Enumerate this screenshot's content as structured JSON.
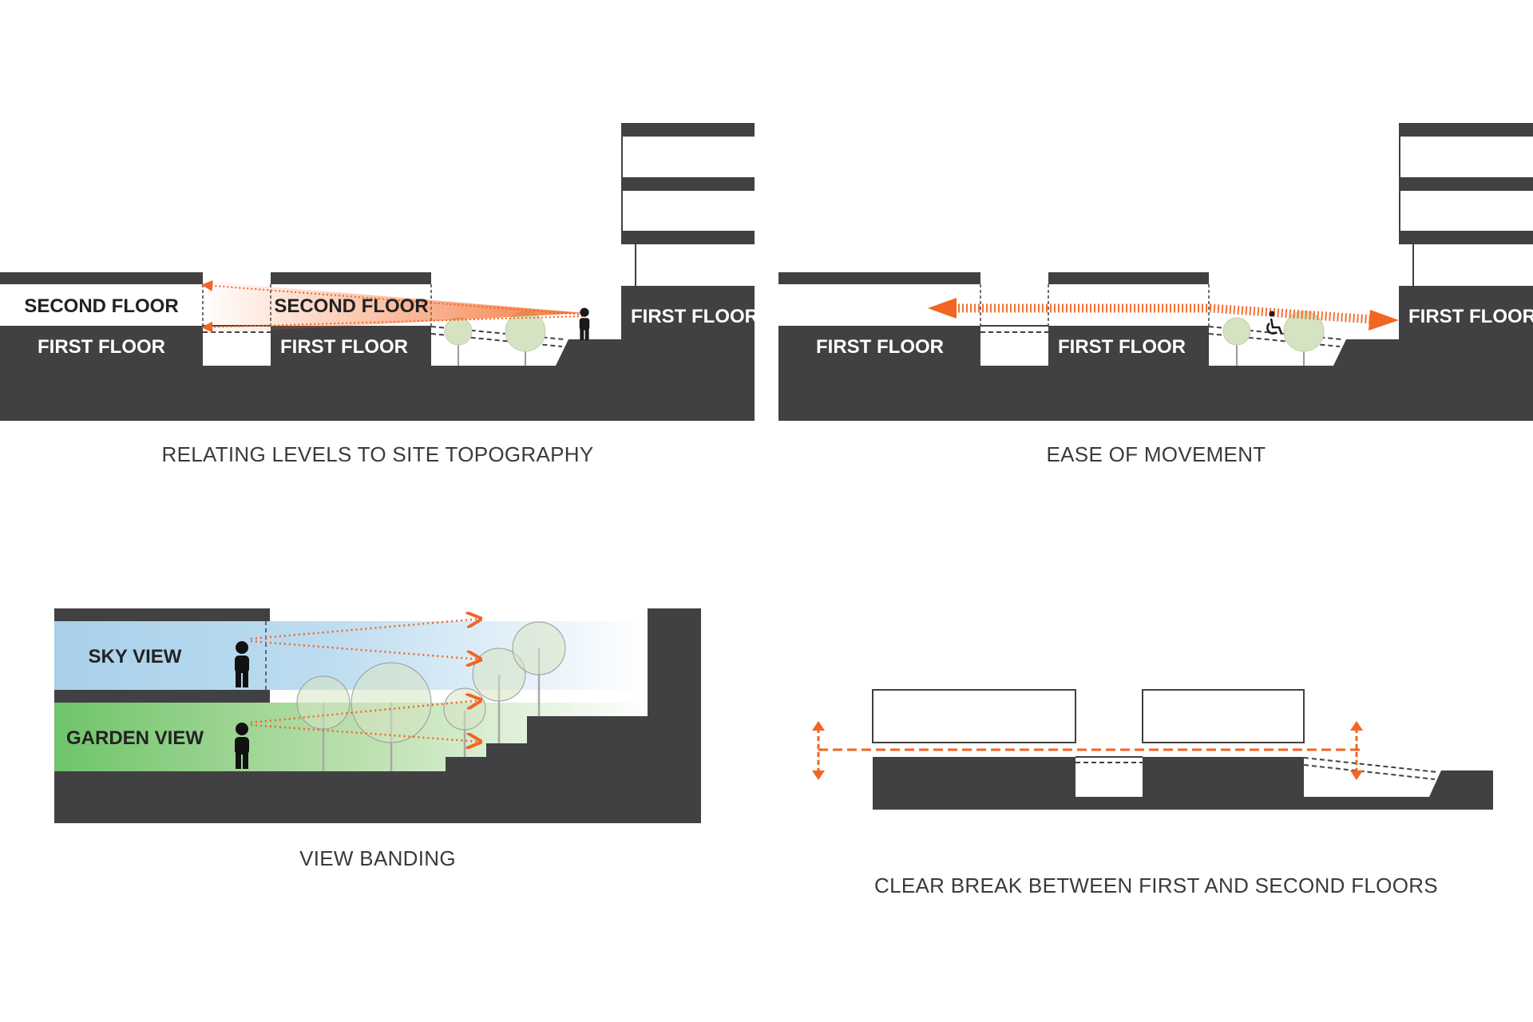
{
  "colors": {
    "building": "#414042",
    "accent": "#f26522",
    "tree_fill": "#d6e3c3",
    "sky": "#a9d0ea",
    "garden": "#6fc46a"
  },
  "panel1": {
    "caption": "RELATING LEVELS TO SITE TOPOGRAPHY",
    "second_floor_a": "SECOND FLOOR",
    "second_floor_b": "SECOND FLOOR",
    "first_floor_a": "FIRST FLOOR",
    "first_floor_b": "FIRST FLOOR",
    "first_floor_tower": "FIRST FLOOR"
  },
  "panel2": {
    "caption": "EASE OF MOVEMENT",
    "first_floor_a": "FIRST FLOOR",
    "first_floor_b": "FIRST FLOOR",
    "first_floor_tower": "FIRST FLOOR"
  },
  "panel3": {
    "caption": "VIEW BANDING",
    "sky_view": "SKY VIEW",
    "garden_view": "GARDEN VIEW"
  },
  "panel4": {
    "caption": "CLEAR BREAK BETWEEN FIRST AND SECOND FLOORS"
  }
}
